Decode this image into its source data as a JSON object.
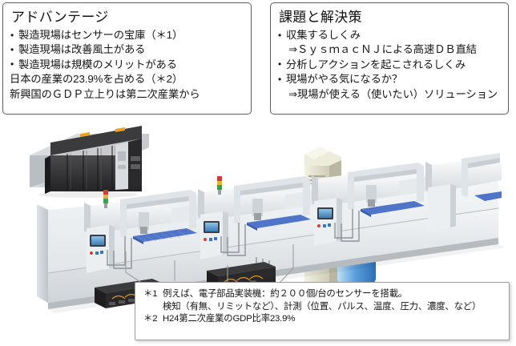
{
  "boxes": {
    "advantage": {
      "title": "アドバンテージ",
      "lines": [
        {
          "style": "bullet",
          "text": "製造現場はセンサーの宝庫（＊1）"
        },
        {
          "style": "bullet",
          "text": "製造現場は改善風土がある"
        },
        {
          "style": "bullet",
          "text": "製造現場は規模のメリットがある"
        },
        {
          "style": "plain",
          "text": "日本の産業の23.9%を占める（＊2）"
        },
        {
          "style": "plain",
          "text": "新興国のＧＤＰ立上りは第二次産業から"
        }
      ]
    },
    "issues": {
      "title": "課題と解決策",
      "lines": [
        {
          "style": "bullet",
          "text": "収集するしくみ"
        },
        {
          "style": "indent",
          "text": "⇒ＳｙｓｍａｃＮＪによる高速ＤＢ直結"
        },
        {
          "style": "bullet",
          "text": "分析しアクションを起こされるしくみ"
        },
        {
          "style": "bullet",
          "text": "現場がやる気になるか？"
        },
        {
          "style": "indent",
          "text": "⇒現場が使える（使いたい）ソリューション"
        }
      ]
    }
  },
  "caption": {
    "notes": [
      {
        "mark": "＊1",
        "body": [
          "例えば、電子部品実装機：約２００個/台のセンサーを搭載。",
          "検知（有無、リミットなど）、計測（位置、パルス、温度、圧力、濃度、など）"
        ]
      },
      {
        "mark": "＊2",
        "body": [
          "H24第二次産業のGDP比率23.9%"
        ]
      }
    ]
  },
  "illustration": {
    "plc_unit": "programmable-logic-controller",
    "server": "database-server-tower",
    "database": "database-cylinder",
    "machines": "smt-mounter-production-line",
    "machine_count": 4,
    "colors": {
      "machine_body": "#e9ecee",
      "machine_shade": "#c9ced2",
      "tray_blue": "#4f74c8",
      "tower_light": "#d9dde0",
      "server_beige": "#e4e2cf",
      "db_blue": "#4f8fd6",
      "disc_purple": "#6f6fbe",
      "plc_dark": "#2e2e30",
      "callout_line": "#9aa0a4"
    }
  }
}
